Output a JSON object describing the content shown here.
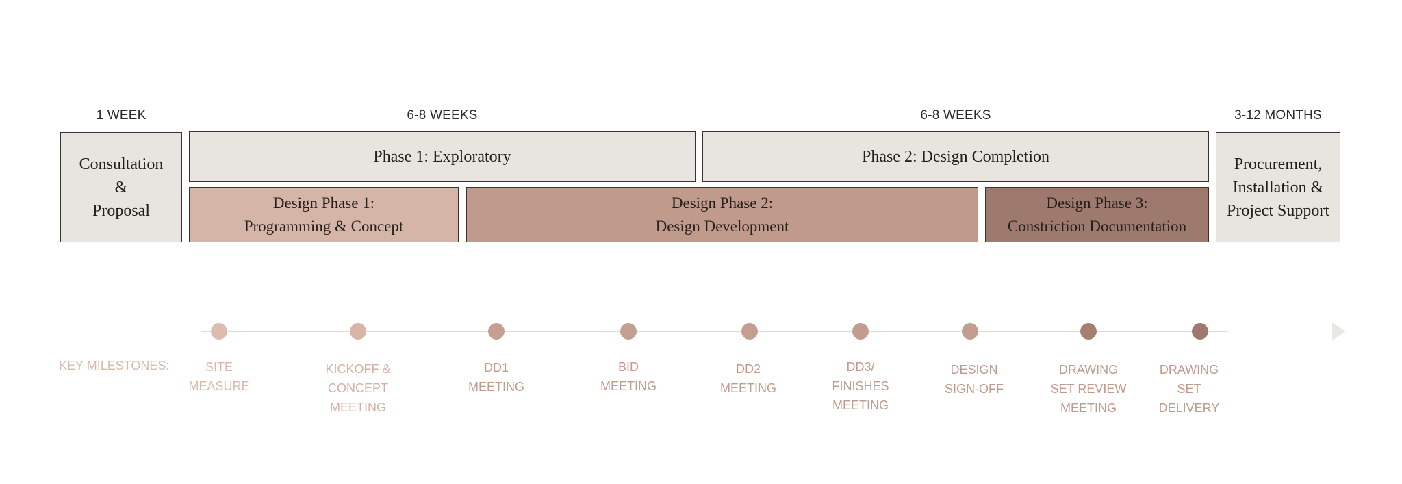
{
  "durations": {
    "consultation": "1 WEEK",
    "phase1": "6-8 WEEKS",
    "phase2": "6-8 WEEKS",
    "procurement": "3-12 MONTHS"
  },
  "boxes": {
    "consultation": "Consultation\n&\nProposal",
    "phase1": "Phase 1: Exploratory",
    "phase2": "Phase 2: Design Completion",
    "procurement": "Procurement,\nInstallation &\nProject Support",
    "design_phase_1": "Design Phase 1:\nProgramming & Concept",
    "design_phase_2": "Design Phase 2:\nDesign Development",
    "design_phase_3": "Design Phase 3:\nConstriction Documentation"
  },
  "colors": {
    "neutral_box": "#e8e5e0",
    "design_phase_1": "#d6b5a9",
    "design_phase_2": "#c09a8b",
    "design_phase_3": "#9e7a6e",
    "track": "#dedad6"
  },
  "milestones_label": "KEY MILESTONES:",
  "milestones": [
    {
      "label": "SITE\nMEASURE",
      "dot": "#dcbcb0",
      "text": "#d9b9ac"
    },
    {
      "label": "KICKOFF &\nCONCEPT\nMEETING",
      "dot": "#d9b5a8",
      "text": "#d4b1a4"
    },
    {
      "label": "DD1\nMEETING",
      "dot": "#c59f91",
      "text": "#c49c8e"
    },
    {
      "label": "BID\nMEETING",
      "dot": "#c49e90",
      "text": "#c39b8d"
    },
    {
      "label": "DD2\nMEETING",
      "dot": "#c49e90",
      "text": "#c39b8d"
    },
    {
      "label": "DD3/\nFINISHES\nMEETING",
      "dot": "#c29c8e",
      "text": "#c09a8b"
    },
    {
      "label": "DESIGN\nSIGN-OFF",
      "dot": "#c39d8f",
      "text": "#c09a8b"
    },
    {
      "label": "DRAWING\nSET REVIEW\nMEETING",
      "dot": "#a47f72",
      "text": "#c09a8b"
    },
    {
      "label": "DRAWING\nSET\nDELIVERY",
      "dot": "#9e7a6e",
      "text": "#c09a8b"
    }
  ]
}
